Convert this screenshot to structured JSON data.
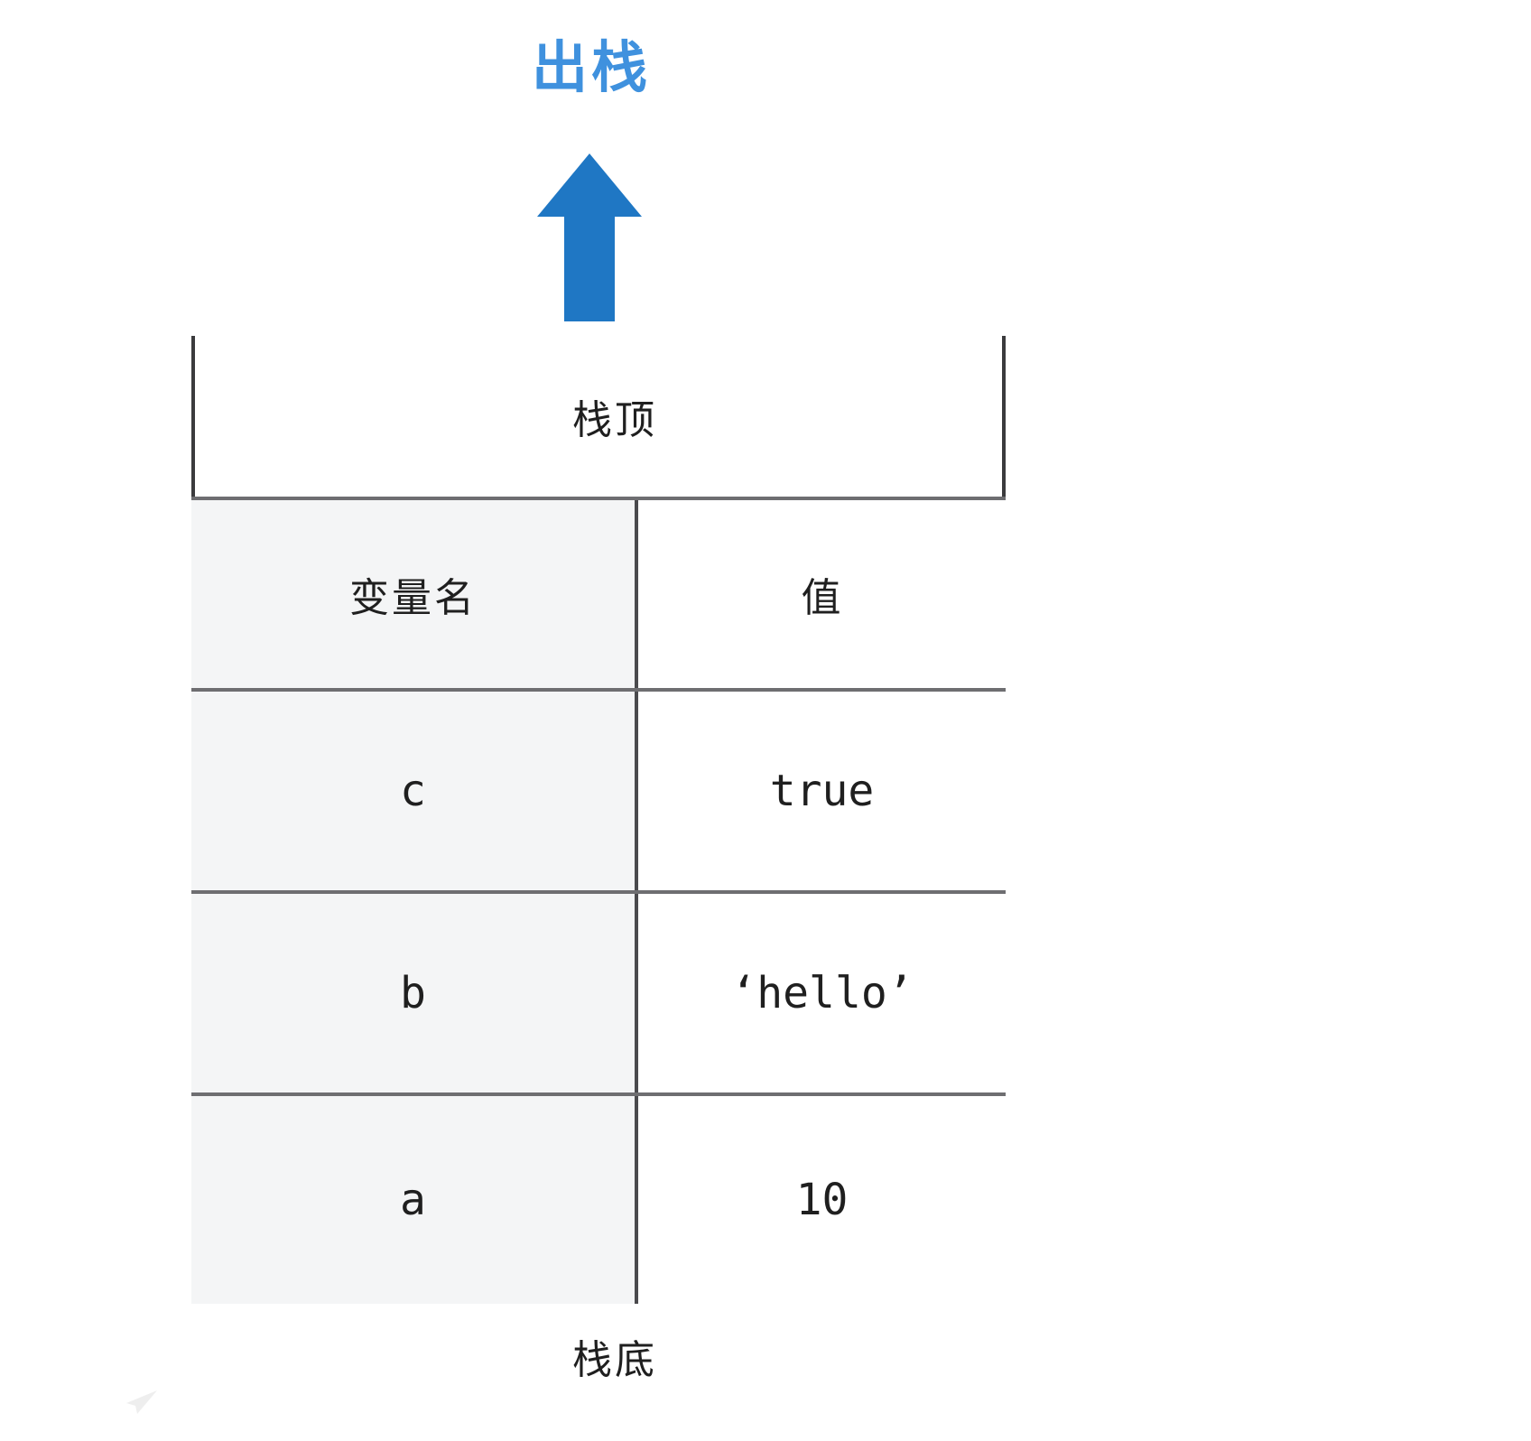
{
  "diagram": {
    "title": "出栈",
    "title_color": "#3f91de",
    "arrow": {
      "icon": "up-arrow-icon",
      "direction": "up",
      "color": "#1f77c4"
    },
    "top_label": "栈顶",
    "bottom_label": "栈底",
    "table": {
      "headers": [
        "变量名",
        "值"
      ],
      "rows": [
        {
          "name": "c",
          "value": "true"
        },
        {
          "name": "b",
          "value": "‘hello’"
        },
        {
          "name": "a",
          "value": "10"
        }
      ]
    },
    "colors": {
      "name_column_fill": "#f4f5f6",
      "value_column_fill": "#ffffff",
      "border": "#3b3b3d",
      "inner_border": "#6e6e71",
      "text": "#1f1f1f"
    },
    "watermark": "paper-plane-icon"
  }
}
